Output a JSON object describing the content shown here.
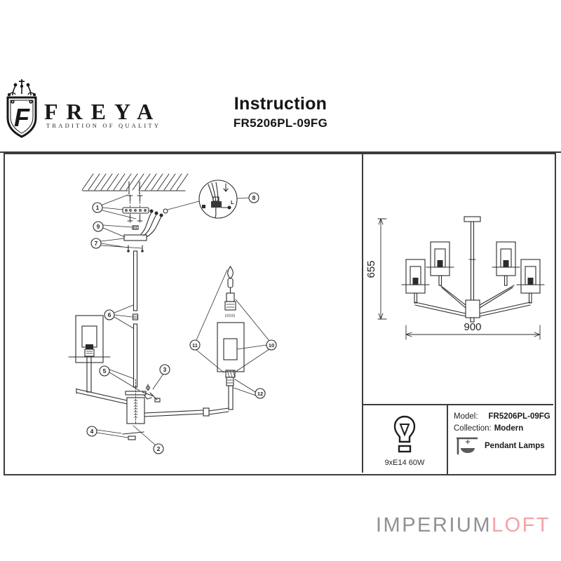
{
  "header": {
    "brand": "FREYA",
    "tagline": "TRADITION OF QUALITY",
    "logo_letter": "F",
    "title": "Instruction",
    "model": "FR5206PL-09FG"
  },
  "diagram": {
    "callouts": [
      "1",
      "9",
      "7",
      "8",
      "6",
      "5",
      "3",
      "4",
      "2",
      "11",
      "10",
      "12"
    ],
    "inset": {
      "live_label": "L"
    }
  },
  "dimensions": {
    "height": "655",
    "width": "900"
  },
  "specs": {
    "bulb": "9xE14 60W",
    "model_label": "Model:",
    "model_value": "FR5206PL-09FG",
    "collection_label": "Collection:",
    "collection_value": "Modern",
    "category": "Pendant Lamps"
  },
  "watermark": {
    "part1": "IMPERIUM",
    "part2": "LOFT",
    "gray_color": "#909095",
    "pink_color": "#f2a3a6"
  }
}
